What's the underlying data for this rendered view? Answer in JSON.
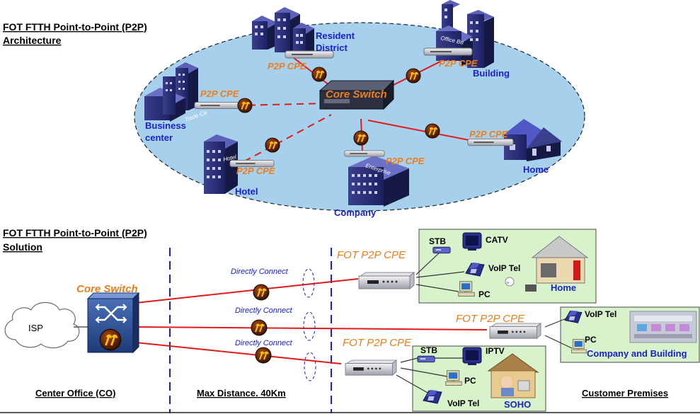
{
  "architecture": {
    "title_line1": "FOT FTTH Point-to-Point (P2P)",
    "title_line2": "Architecture",
    "core_switch": "Core Switch",
    "cpe_label": "P2P CPE",
    "sites": {
      "resident_line1": "Resident",
      "resident_line2": "District",
      "building": "Building",
      "business_line1": "Business",
      "business_line2": "center",
      "hotel": "Hotel",
      "company": "Company",
      "home": "Home"
    },
    "building_signs": {
      "office": "Office Bu",
      "enterprise": "Enterprise",
      "hotel": "Hotel",
      "trade": "Trade Ce"
    }
  },
  "solution": {
    "title_line1": "FOT FTTH Point-to-Point (P2P)",
    "title_line2": "Solution",
    "isp": "ISP",
    "core_switch": "Core Switch",
    "directly_connect": "Directly Connect",
    "cpe_label": "FOT P2P CPE",
    "home_box": {
      "stb": "STB",
      "catv": "CATV",
      "voip": "VoIP Tel",
      "pc": "PC",
      "name": "Home"
    },
    "company_box": {
      "voip": "VoIP Tel",
      "pc": "PC",
      "name": "Company and Building"
    },
    "soho_box": {
      "stb": "STB",
      "iptv": "IPTV",
      "pc": "PC",
      "voip": "VoIP Tel",
      "name": "SOHO"
    },
    "footer": {
      "co": "Center Office (CO)",
      "distance": "Max Distance. 40Km",
      "premises": "Customer Premises"
    }
  },
  "colors": {
    "ellipse_fill": "#a7d0ec",
    "link_red": "#e01b1b",
    "label_blue": "#1a22c8",
    "label_orange": "#ee7d1a",
    "box_green": "#d8f2cc"
  }
}
